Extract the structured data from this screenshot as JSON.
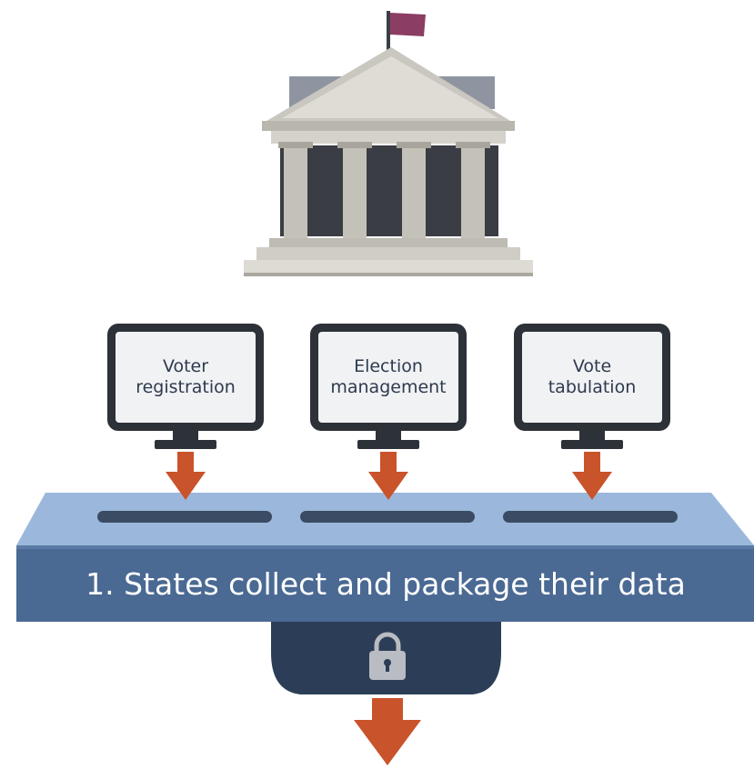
{
  "systems": [
    {
      "label_line1": "Voter",
      "label_line2": "registration"
    },
    {
      "label_line1": "Election",
      "label_line2": "management"
    },
    {
      "label_line1": "Vote",
      "label_line2": "tabulation"
    }
  ],
  "banner": {
    "text": "1. States collect and package their data"
  },
  "icons": {
    "building": "government-building-icon",
    "lock": "lock-icon",
    "arrow": "arrow-down-icon",
    "monitor": "monitor-icon"
  },
  "colors": {
    "flag": "#8c3d63",
    "monitor_frame": "#2d3138",
    "arrow": "#c9532a",
    "tray_top": "#9bb8dc",
    "banner": "#4a6993",
    "funnel": "#2c3e57"
  }
}
